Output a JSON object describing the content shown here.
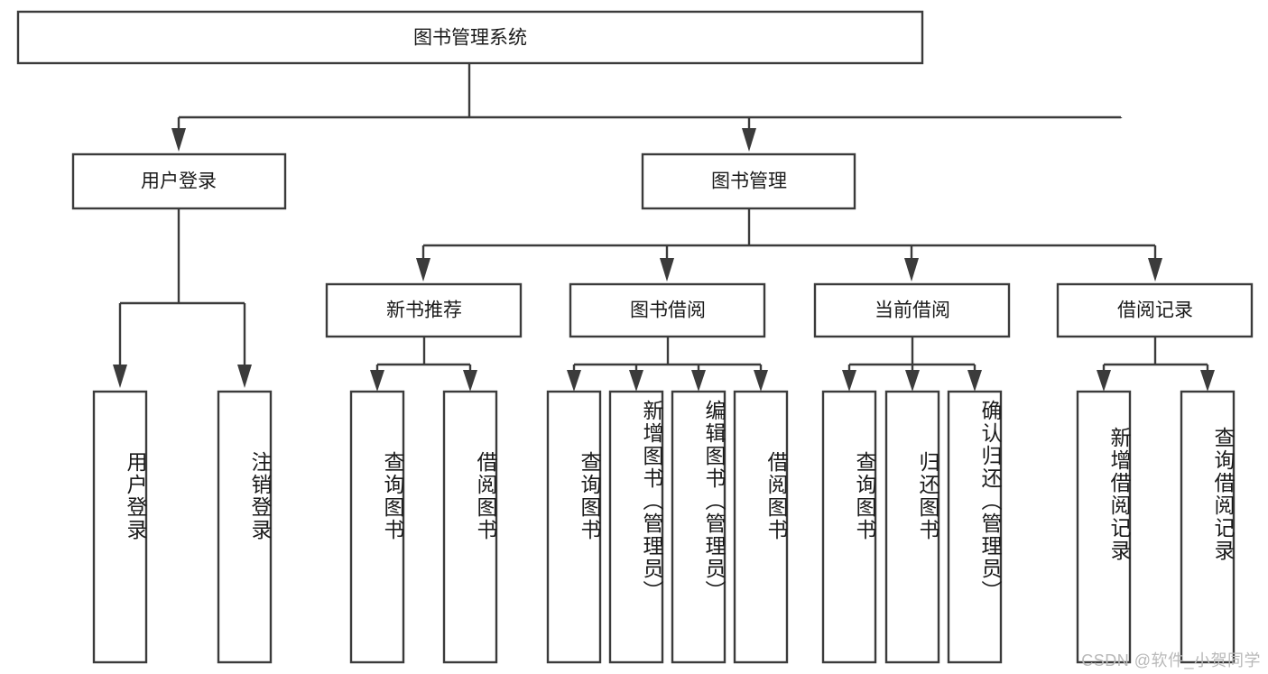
{
  "diagram": {
    "type": "tree-hierarchy",
    "title": "图书管理系统",
    "root": {
      "label": "图书管理系统",
      "level": 0
    },
    "level1": [
      {
        "label": "用户登录"
      },
      {
        "label": "图书管理"
      }
    ],
    "level2": [
      {
        "label": "新书推荐",
        "parent": "图书管理"
      },
      {
        "label": "图书借阅",
        "parent": "图书管理"
      },
      {
        "label": "当前借阅",
        "parent": "图书管理"
      },
      {
        "label": "借阅记录",
        "parent": "图书管理"
      }
    ],
    "leaves": {
      "user_login": [
        {
          "label": "用户登录"
        },
        {
          "label": "注销登录"
        }
      ],
      "new_book_recommend": [
        {
          "label": "查询图书"
        },
        {
          "label": "借阅图书"
        }
      ],
      "book_borrow": [
        {
          "label": "查询图书"
        },
        {
          "label": "新增图书（管理员）"
        },
        {
          "label": "编辑图书（管理员）"
        },
        {
          "label": "借阅图书"
        }
      ],
      "current_borrow": [
        {
          "label": "查询图书"
        },
        {
          "label": "归还图书"
        },
        {
          "label": "确认归还（管理员）"
        }
      ],
      "borrow_record": [
        {
          "label": "新增借阅记录"
        },
        {
          "label": "查询借阅记录"
        }
      ]
    }
  },
  "watermark": {
    "text": "CSDN @软件_小贺同学"
  },
  "colors": {
    "stroke": "#3b3b3b",
    "fill": "#ffffff",
    "text": "#1a1a1a",
    "watermark": "#b9b9b9"
  }
}
